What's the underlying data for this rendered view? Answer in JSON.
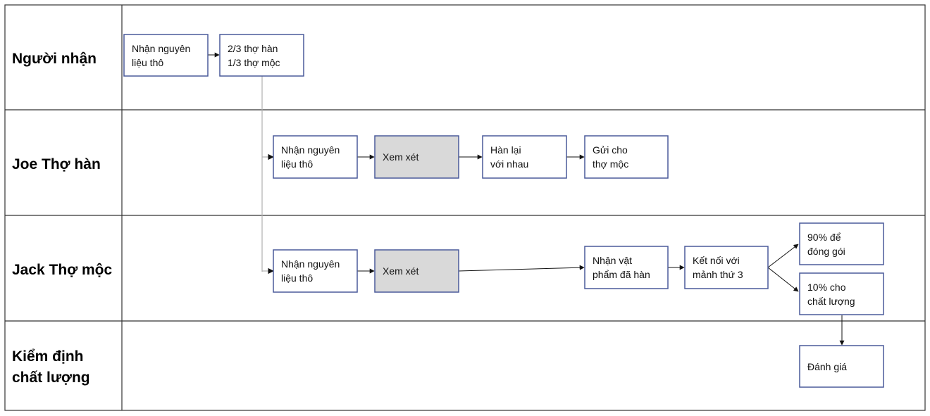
{
  "lanes": [
    {
      "lines": [
        "Người nhận"
      ]
    },
    {
      "lines": [
        "Joe Thợ hàn"
      ]
    },
    {
      "lines": [
        "Jack Thợ mộc"
      ]
    },
    {
      "lines": [
        "Kiểm định",
        "chất lượng"
      ]
    }
  ],
  "boxes": {
    "recv_raw": {
      "lines": [
        "Nhận nguyên",
        "liệu thô"
      ]
    },
    "recv_split": {
      "lines": [
        "2/3 thợ hàn",
        "1/3 thợ mộc"
      ]
    },
    "joe_raw": {
      "lines": [
        "Nhận nguyên",
        "liệu thô"
      ]
    },
    "joe_review": {
      "lines": [
        "Xem xét"
      ]
    },
    "joe_weld": {
      "lines": [
        "Hàn lại",
        "với nhau"
      ]
    },
    "joe_send": {
      "lines": [
        "Gửi cho",
        "thợ mộc"
      ]
    },
    "jack_raw": {
      "lines": [
        "Nhận nguyên",
        "liệu thô"
      ]
    },
    "jack_review": {
      "lines": [
        "Xem xét"
      ]
    },
    "jack_get": {
      "lines": [
        "Nhận vật",
        "phẩm đã hàn"
      ]
    },
    "jack_join": {
      "lines": [
        "Kết nối với",
        "mảnh thứ 3"
      ]
    },
    "jack_pack": {
      "lines": [
        "90% để",
        "đóng gói"
      ]
    },
    "jack_qual": {
      "lines": [
        "10% cho",
        "chất lượng"
      ]
    },
    "qa_eval": {
      "lines": [
        "Đánh giá"
      ]
    }
  },
  "colors": {
    "box_border": "#4a5a9a",
    "shaded_fill": "#d9d9d9",
    "lane_border": "#333333",
    "connector_light": "#b0b0b0",
    "arrow": "#111111"
  }
}
